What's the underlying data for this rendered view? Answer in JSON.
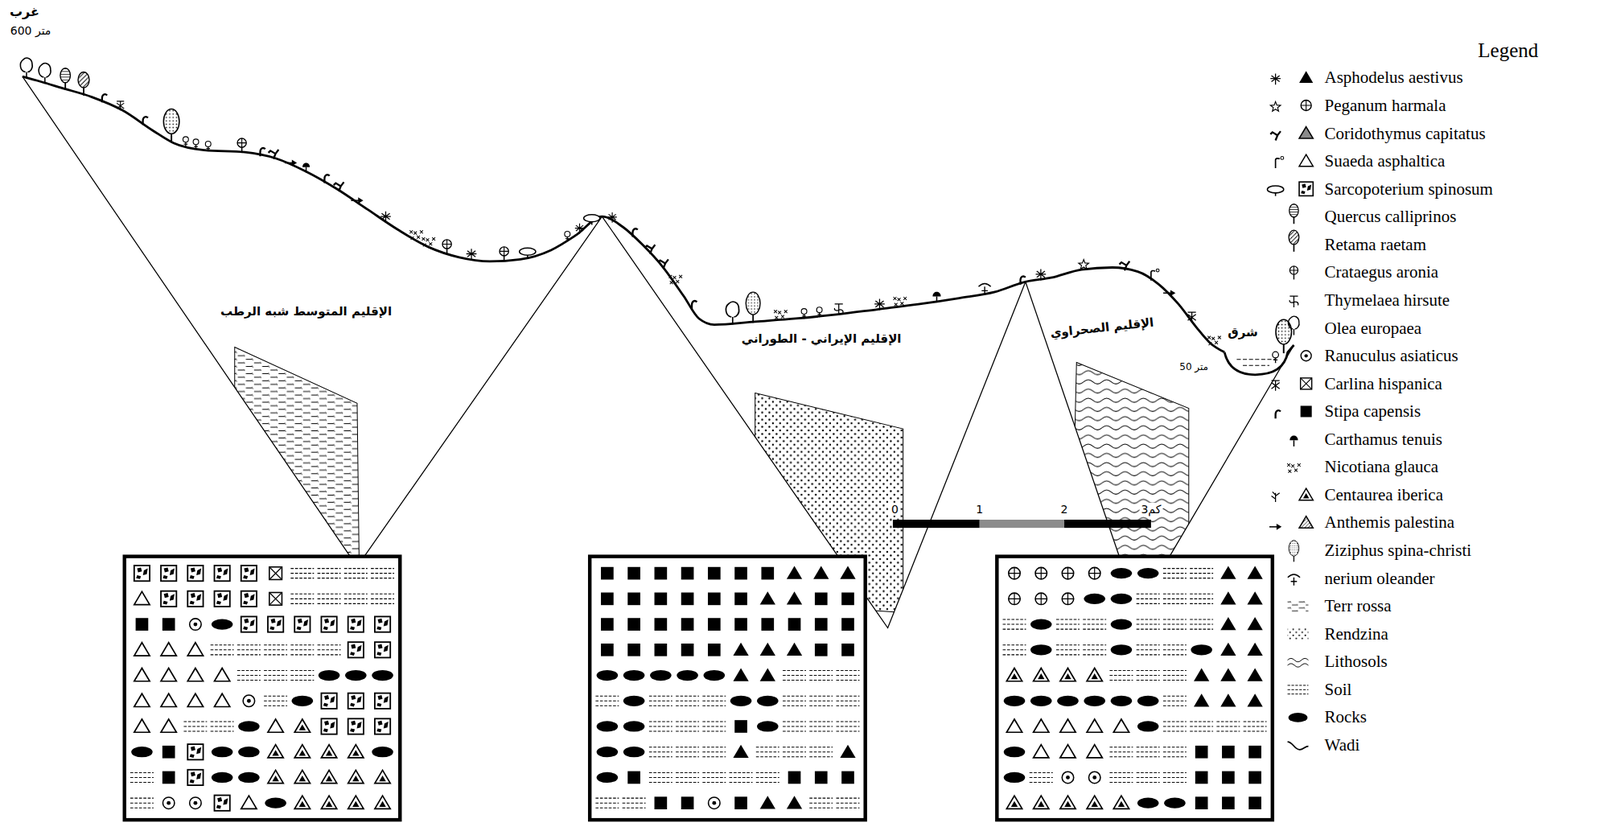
{
  "diagram": {
    "labels": [
      "غرب",
      "600 متر",
      "الإقليم المتوسط شبه الرطب",
      "الإقليم الإيراني - الطوراني",
      "الإقليم الصحراوي",
      "شرق",
      "50 متر",
      "0",
      "1",
      "2",
      "3كم",
      "Legend"
    ],
    "legend": [
      {
        "text": "Asphodelus aestivus"
      },
      {
        "text": "Peganum harmala"
      },
      {
        "text": "Coridothymus capitatus"
      },
      {
        "text": "Suaeda asphaltica"
      },
      {
        "text": "Sarcopoterium spinosum"
      },
      {
        "text": "Quercus calliprinos"
      },
      {
        "text": "Retama raetam"
      },
      {
        "text": "Crataegus aronia"
      },
      {
        "text": "Thymelaea hirsute"
      },
      {
        "text": "Olea europaea"
      },
      {
        "text": "Ranuculus asiaticus"
      },
      {
        "text": "Carlina hispanica"
      },
      {
        "text": "Stipa capensis"
      },
      {
        "text": "Carthamus tenuis"
      },
      {
        "text": "Nicotiana glauca"
      },
      {
        "text": "Centaurea iberica"
      },
      {
        "text": "Anthemis palestina"
      },
      {
        "text": "Ziziphus spina-christi"
      },
      {
        "text": "nerium oleander"
      },
      {
        "text": "Terr rossa"
      },
      {
        "text": "Rendzina"
      },
      {
        "text": "Lithosols"
      },
      {
        "text": "Soil"
      },
      {
        "text": "Rocks"
      },
      {
        "text": "Wadi"
      }
    ]
  }
}
